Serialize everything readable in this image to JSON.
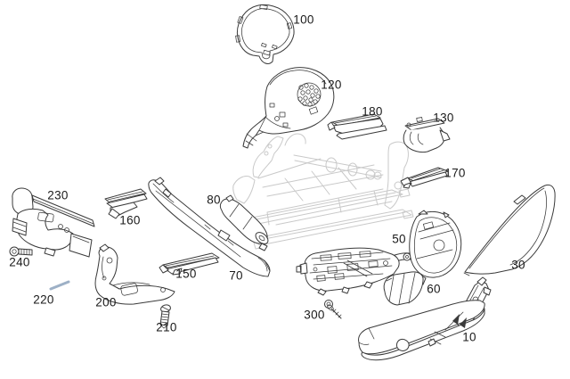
{
  "diagram": {
    "colors": {
      "line": "#3a3a3a",
      "ghost": "#c9c9c9",
      "rod": "#9db0c6",
      "label": "#1a1a1a",
      "background": "#ffffff"
    },
    "parts": {
      "10": {
        "label": "10"
      },
      "30": {
        "label": "30"
      },
      "50": {
        "label": "50"
      },
      "60": {
        "label": "60"
      },
      "70": {
        "label": "70"
      },
      "80": {
        "label": "80"
      },
      "100": {
        "label": "100"
      },
      "120": {
        "label": "120"
      },
      "130": {
        "label": "130"
      },
      "150": {
        "label": "150"
      },
      "160": {
        "label": "160"
      },
      "170": {
        "label": "170"
      },
      "180": {
        "label": "180"
      },
      "200": {
        "label": "200"
      },
      "210": {
        "label": "210"
      },
      "220": {
        "label": "220"
      },
      "230": {
        "label": "230"
      },
      "240": {
        "label": "240"
      },
      "300": {
        "label": "300"
      }
    }
  }
}
